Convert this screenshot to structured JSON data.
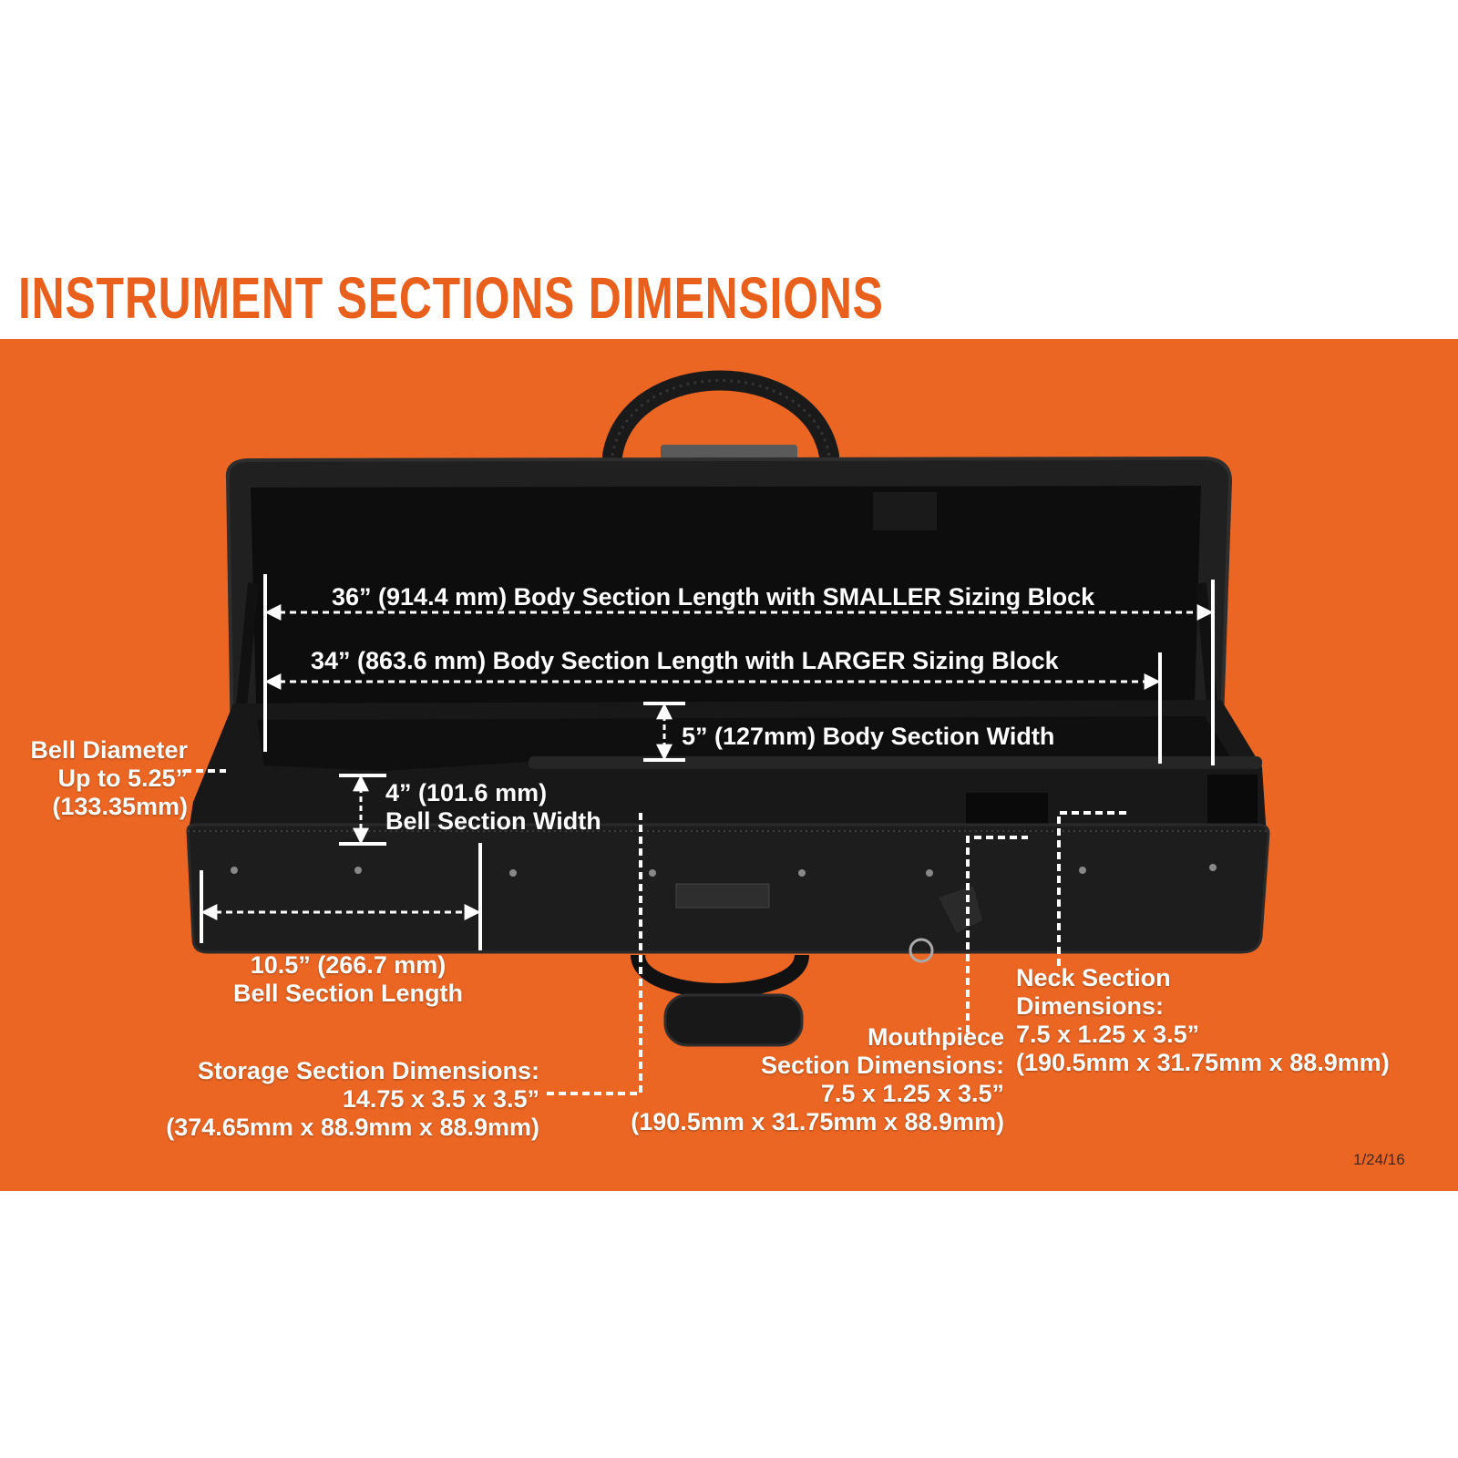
{
  "title": "INSTRUMENT SECTIONS DIMENSIONS",
  "colors": {
    "accent": "#ec6623",
    "title": "#e8601c",
    "case": "#151515",
    "text": "#ffffff"
  },
  "dimensions": {
    "body_smaller": "36” (914.4 mm) Body Section Length with SMALLER Sizing Block",
    "body_larger": "34” (863.6 mm) Body Section Length with LARGER Sizing Block",
    "body_width": "5” (127mm) Body Section Width",
    "bell_diameter": [
      "Bell Diameter",
      "Up to 5.25”",
      "(133.35mm)"
    ],
    "bell_width": [
      "4” (101.6 mm)",
      "Bell Section Width"
    ],
    "bell_length": [
      "10.5” (266.7 mm)",
      "Bell Section Length"
    ],
    "storage": [
      "Storage Section Dimensions:",
      "14.75 x 3.5 x 3.5”",
      "(374.65mm x 88.9mm x 88.9mm)"
    ],
    "mouthpiece": [
      "Mouthpiece",
      "Section Dimensions:",
      "7.5 x 1.25 x 3.5”",
      "(190.5mm x 31.75mm x 88.9mm)"
    ],
    "neck": [
      "Neck Section",
      "Dimensions:",
      "7.5 x 1.25 x 3.5”",
      "(190.5mm x 31.75mm x 88.9mm)"
    ]
  },
  "date": "1/24/16"
}
